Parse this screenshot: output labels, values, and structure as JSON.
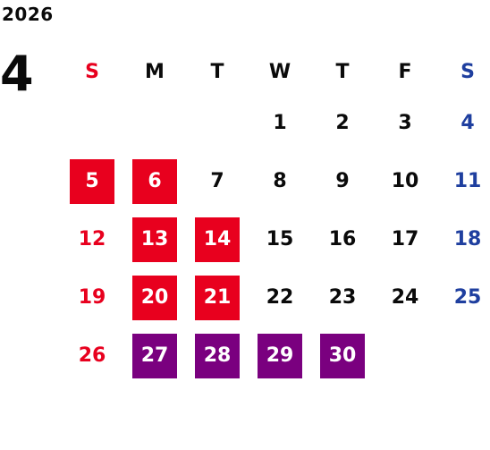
{
  "calendar": {
    "year": "2026",
    "month": "4",
    "weekday_headers": [
      "S",
      "M",
      "T",
      "W",
      "T",
      "F",
      "S"
    ],
    "weeks": [
      [
        "",
        "",
        "",
        "1",
        "2",
        "3",
        "4"
      ],
      [
        "5",
        "6",
        "7",
        "8",
        "9",
        "10",
        "11"
      ],
      [
        "12",
        "13",
        "14",
        "15",
        "16",
        "17",
        "18"
      ],
      [
        "19",
        "20",
        "21",
        "22",
        "23",
        "24",
        "25"
      ],
      [
        "26",
        "27",
        "28",
        "29",
        "30",
        "",
        ""
      ]
    ],
    "highlight_red_days": [
      "5",
      "6",
      "13",
      "14",
      "20",
      "21"
    ],
    "highlight_purple_days": [
      "27",
      "28",
      "29",
      "30"
    ]
  },
  "colors": {
    "sunday": "#e8001e",
    "saturday": "#1f3f9f",
    "weekday": "#0a0a0a",
    "highlight_red": "#e8001e",
    "highlight_purple": "#7a007f"
  }
}
